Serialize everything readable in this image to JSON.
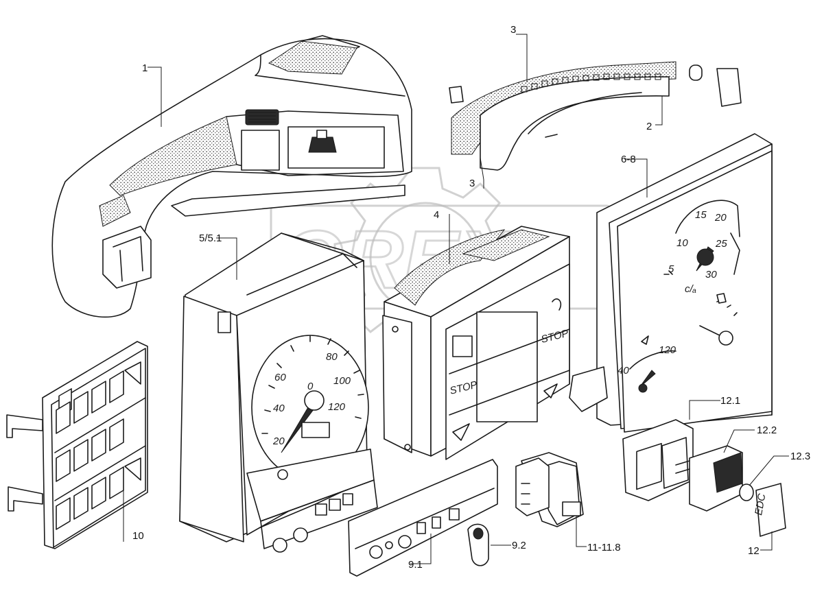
{
  "callouts": [
    {
      "id": "1",
      "label": "1"
    },
    {
      "id": "2",
      "label": "2"
    },
    {
      "id": "3a",
      "label": "3"
    },
    {
      "id": "3b",
      "label": "3"
    },
    {
      "id": "4",
      "label": "4"
    },
    {
      "id": "5",
      "label": "5/5.1"
    },
    {
      "id": "6",
      "label": "6-8"
    },
    {
      "id": "9.1",
      "label": "9.1"
    },
    {
      "id": "9.2",
      "label": "9.2"
    },
    {
      "id": "10",
      "label": "10"
    },
    {
      "id": "11",
      "label": "11-11.8"
    },
    {
      "id": "12",
      "label": "12"
    },
    {
      "id": "12.1",
      "label": "12.1"
    },
    {
      "id": "12.2",
      "label": "12.2"
    },
    {
      "id": "12.3",
      "label": "12.3"
    }
  ],
  "speedometer_scale": [
    "20",
    "40",
    "60",
    "80",
    "100",
    "120"
  ],
  "gauge_scale": [
    "5",
    "10",
    "15",
    "20",
    "25",
    "30"
  ],
  "temp_scale": [
    "40",
    "120"
  ],
  "panel_text": {
    "stop_left": "STOP",
    "stop_right": "STOP",
    "zero": "0",
    "edc": "EDC",
    "rpm_unit": "c/ₐ"
  },
  "watermark": {
    "brand": "OREX"
  },
  "colors": {
    "line": "#1a1a1a",
    "watermark": "#bdbdbd",
    "background": "#ffffff"
  }
}
